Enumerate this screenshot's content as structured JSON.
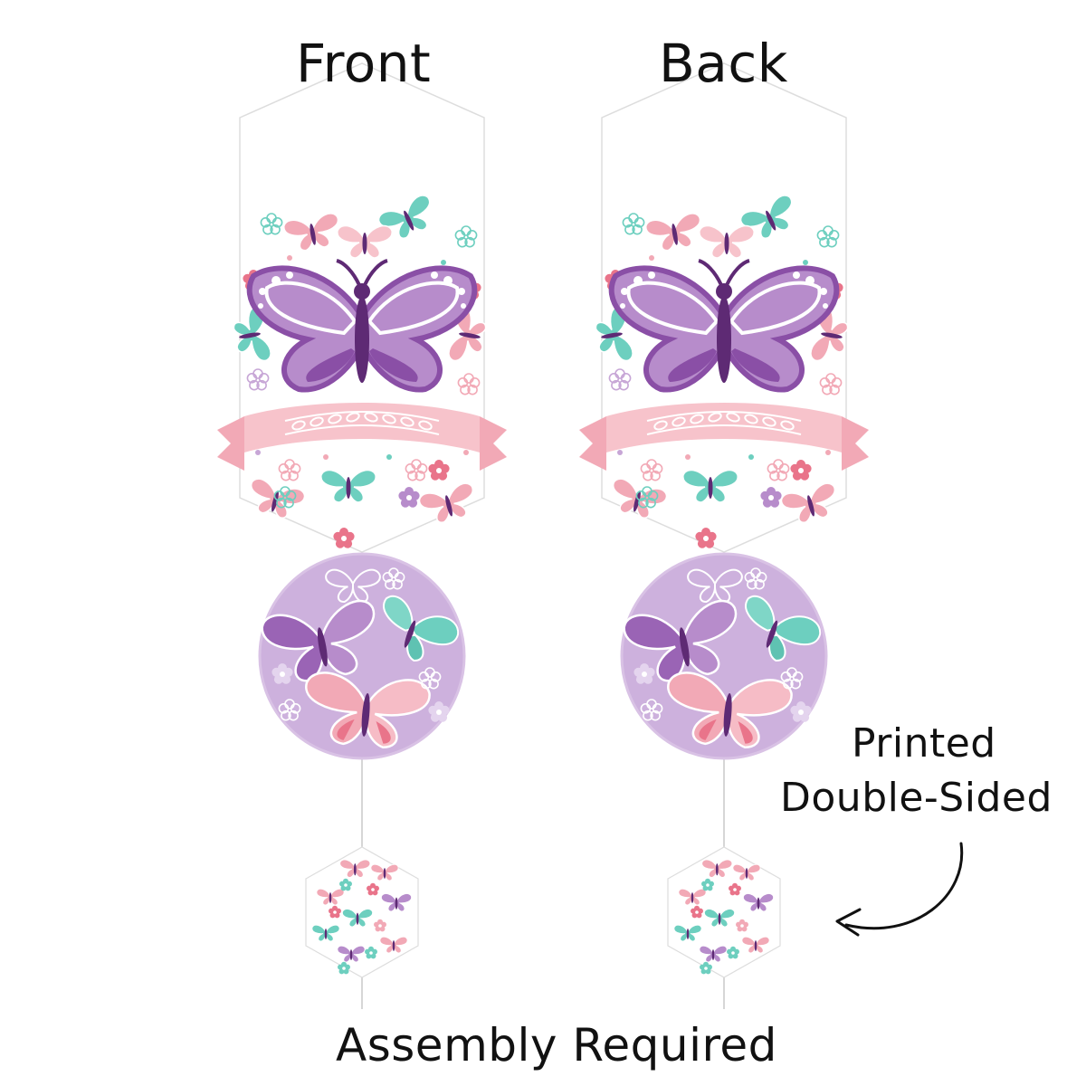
{
  "labels": {
    "front": "Front",
    "back": "Back"
  },
  "callout": {
    "line1": "Printed",
    "line2": "Double-Sided"
  },
  "footer": "Assembly Required",
  "colors": {
    "lavender": "#c7a6d6",
    "purple": "#8a4fa6",
    "dark_purple": "#5e2a74",
    "mint": "#6dcfbf",
    "pink": "#f2a9b6",
    "coral": "#e9748a",
    "banner_pink": "#f7c3cb",
    "string": "#c8c8c8"
  },
  "icons": [
    "butterfly-icon",
    "flower-icon",
    "curved-arrow-icon"
  ]
}
